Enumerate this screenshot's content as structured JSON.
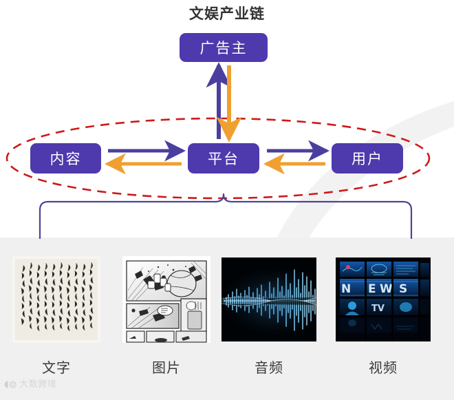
{
  "title": "文娱产业链",
  "colors": {
    "node_purple": "#4e39ad",
    "arrow_purple": "#4a3f9e",
    "arrow_orange": "#f0a030",
    "ellipse_red": "#cc1a1a",
    "brace_purple": "#4e4396",
    "panel_gray": "#f0f0f0",
    "title_gray": "#333333"
  },
  "nodes": {
    "advertiser": "广告主",
    "content": "内容",
    "platform": "平台",
    "user": "用户"
  },
  "connectors": {
    "advertiser_up": "purple-up-arrow",
    "platform_down": "orange-down-arrow",
    "content_to_platform": "purple-right-arrow",
    "platform_to_content": "orange-left-arrow",
    "platform_to_user": "purple-right-arrow",
    "user_to_platform": "orange-left-arrow",
    "grouping_shape": "red-dashed-ellipse",
    "bracket_shape": "purple-curly-brace"
  },
  "media": [
    {
      "caption": "文字",
      "image": "chinese-calligraphy-text-page"
    },
    {
      "caption": "图片",
      "image": "black-and-white-manga-comic-page"
    },
    {
      "caption": "音频",
      "image": "blue-audio-waveform-on-black"
    },
    {
      "caption": "视频",
      "image": "blue-television-video-wall-news"
    }
  ],
  "watermark": {
    "mark": "◖◍",
    "text": "大数跨境"
  }
}
